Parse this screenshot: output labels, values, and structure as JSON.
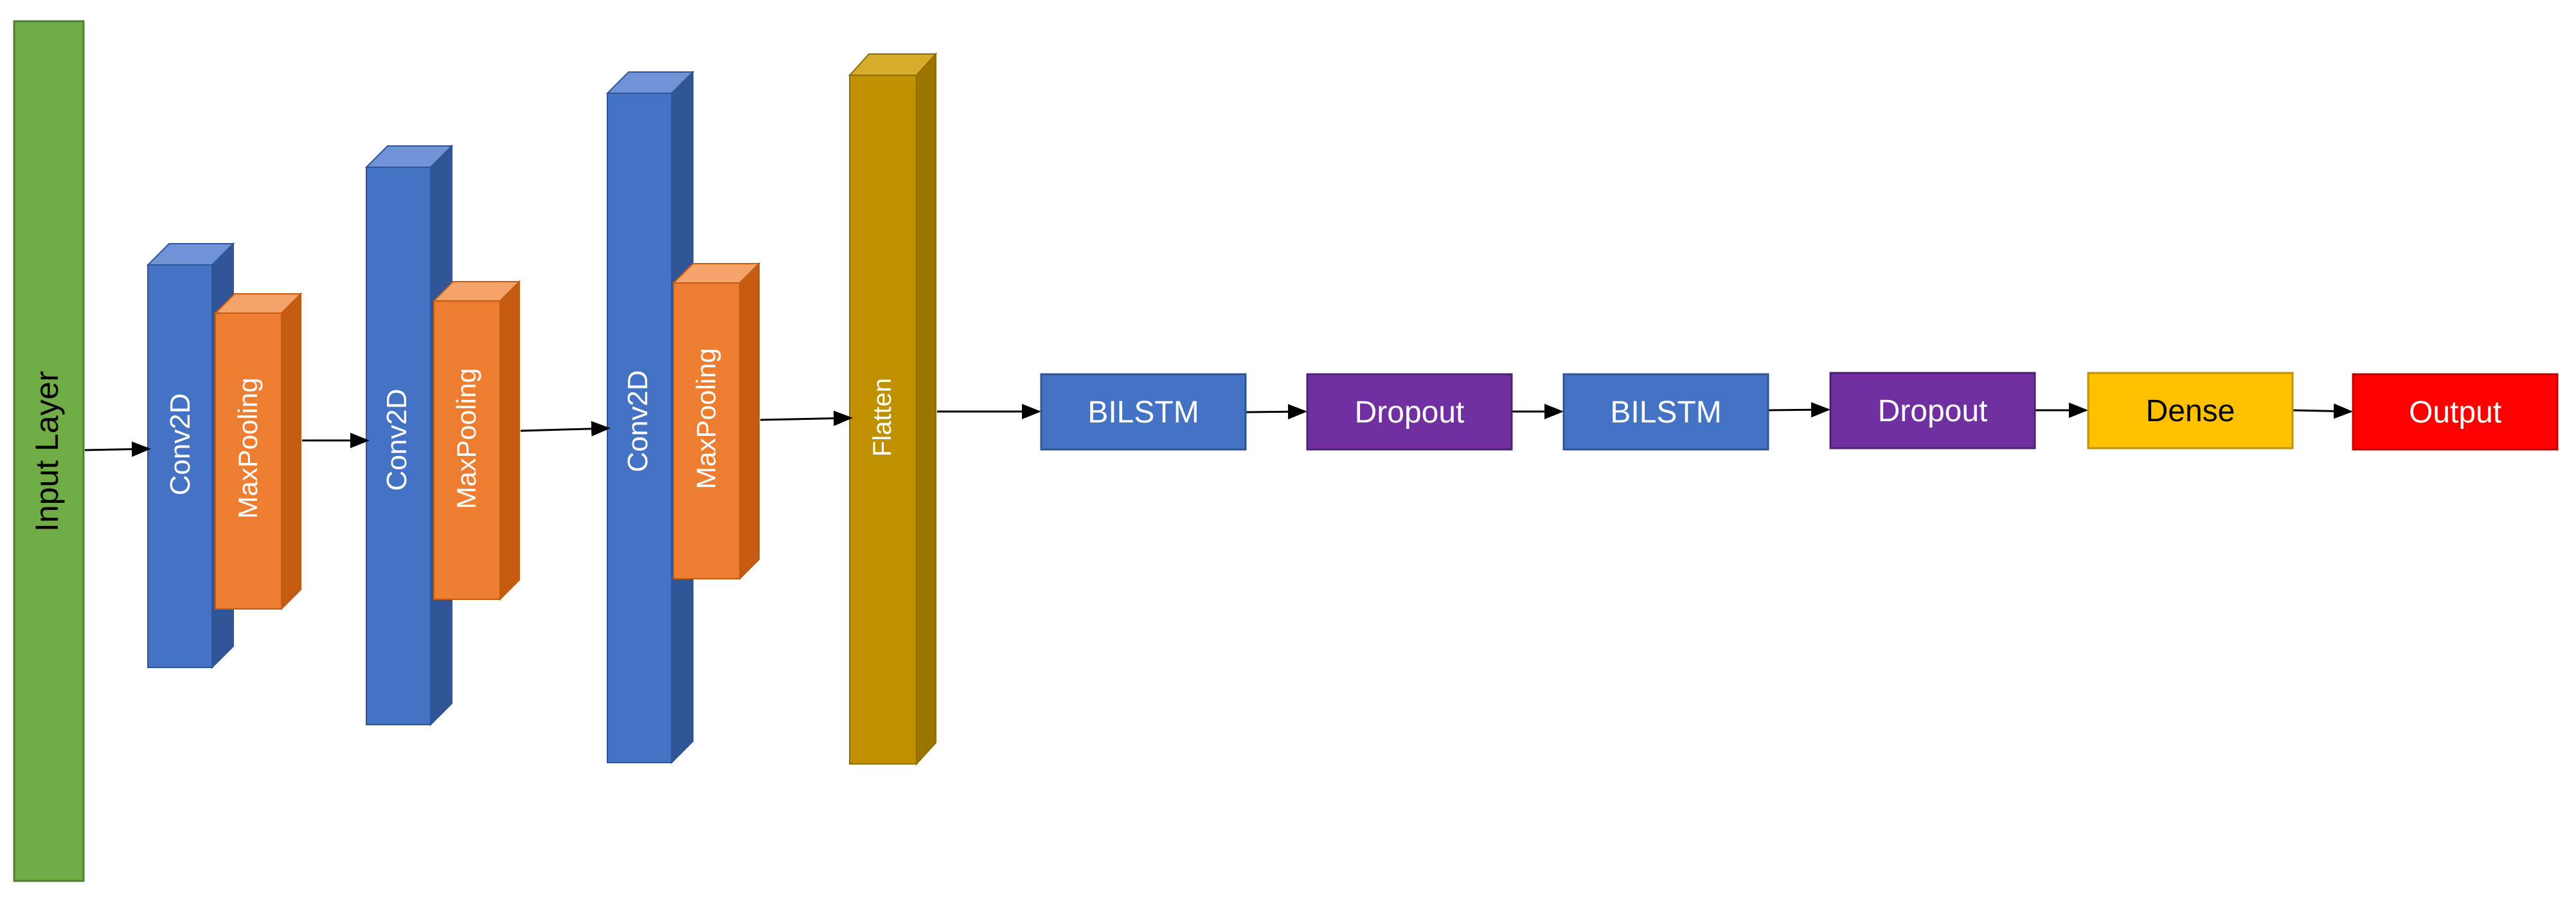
{
  "diagram": {
    "input_layer": {
      "label": "Input Layer",
      "color": "#70ad47"
    },
    "conv_blocks": [
      {
        "conv_label": "Conv2D",
        "pool_label": "MaxPooling"
      },
      {
        "conv_label": "Conv2D",
        "pool_label": "MaxPooling"
      },
      {
        "conv_label": "Conv2D",
        "pool_label": "MaxPooling"
      }
    ],
    "flatten": {
      "label": "Flatten",
      "color": "#bf9000"
    },
    "sequence": [
      {
        "label": "BILSTM",
        "color": "#4472c4",
        "text_color": "#ffffff"
      },
      {
        "label": "Dropout",
        "color": "#7030a0",
        "text_color": "#ffffff"
      },
      {
        "label": "BILSTM",
        "color": "#4472c4",
        "text_color": "#ffffff"
      },
      {
        "label": "Dropout",
        "color": "#7030a0",
        "text_color": "#ffffff"
      },
      {
        "label": "Dense",
        "color": "#ffc000",
        "text_color": "#000000"
      },
      {
        "label": "Output",
        "color": "#ff0000",
        "text_color": "#ffffff"
      }
    ],
    "colors": {
      "conv": "#4472c4",
      "pool": "#ed7d31",
      "arrow": "#000000"
    }
  }
}
